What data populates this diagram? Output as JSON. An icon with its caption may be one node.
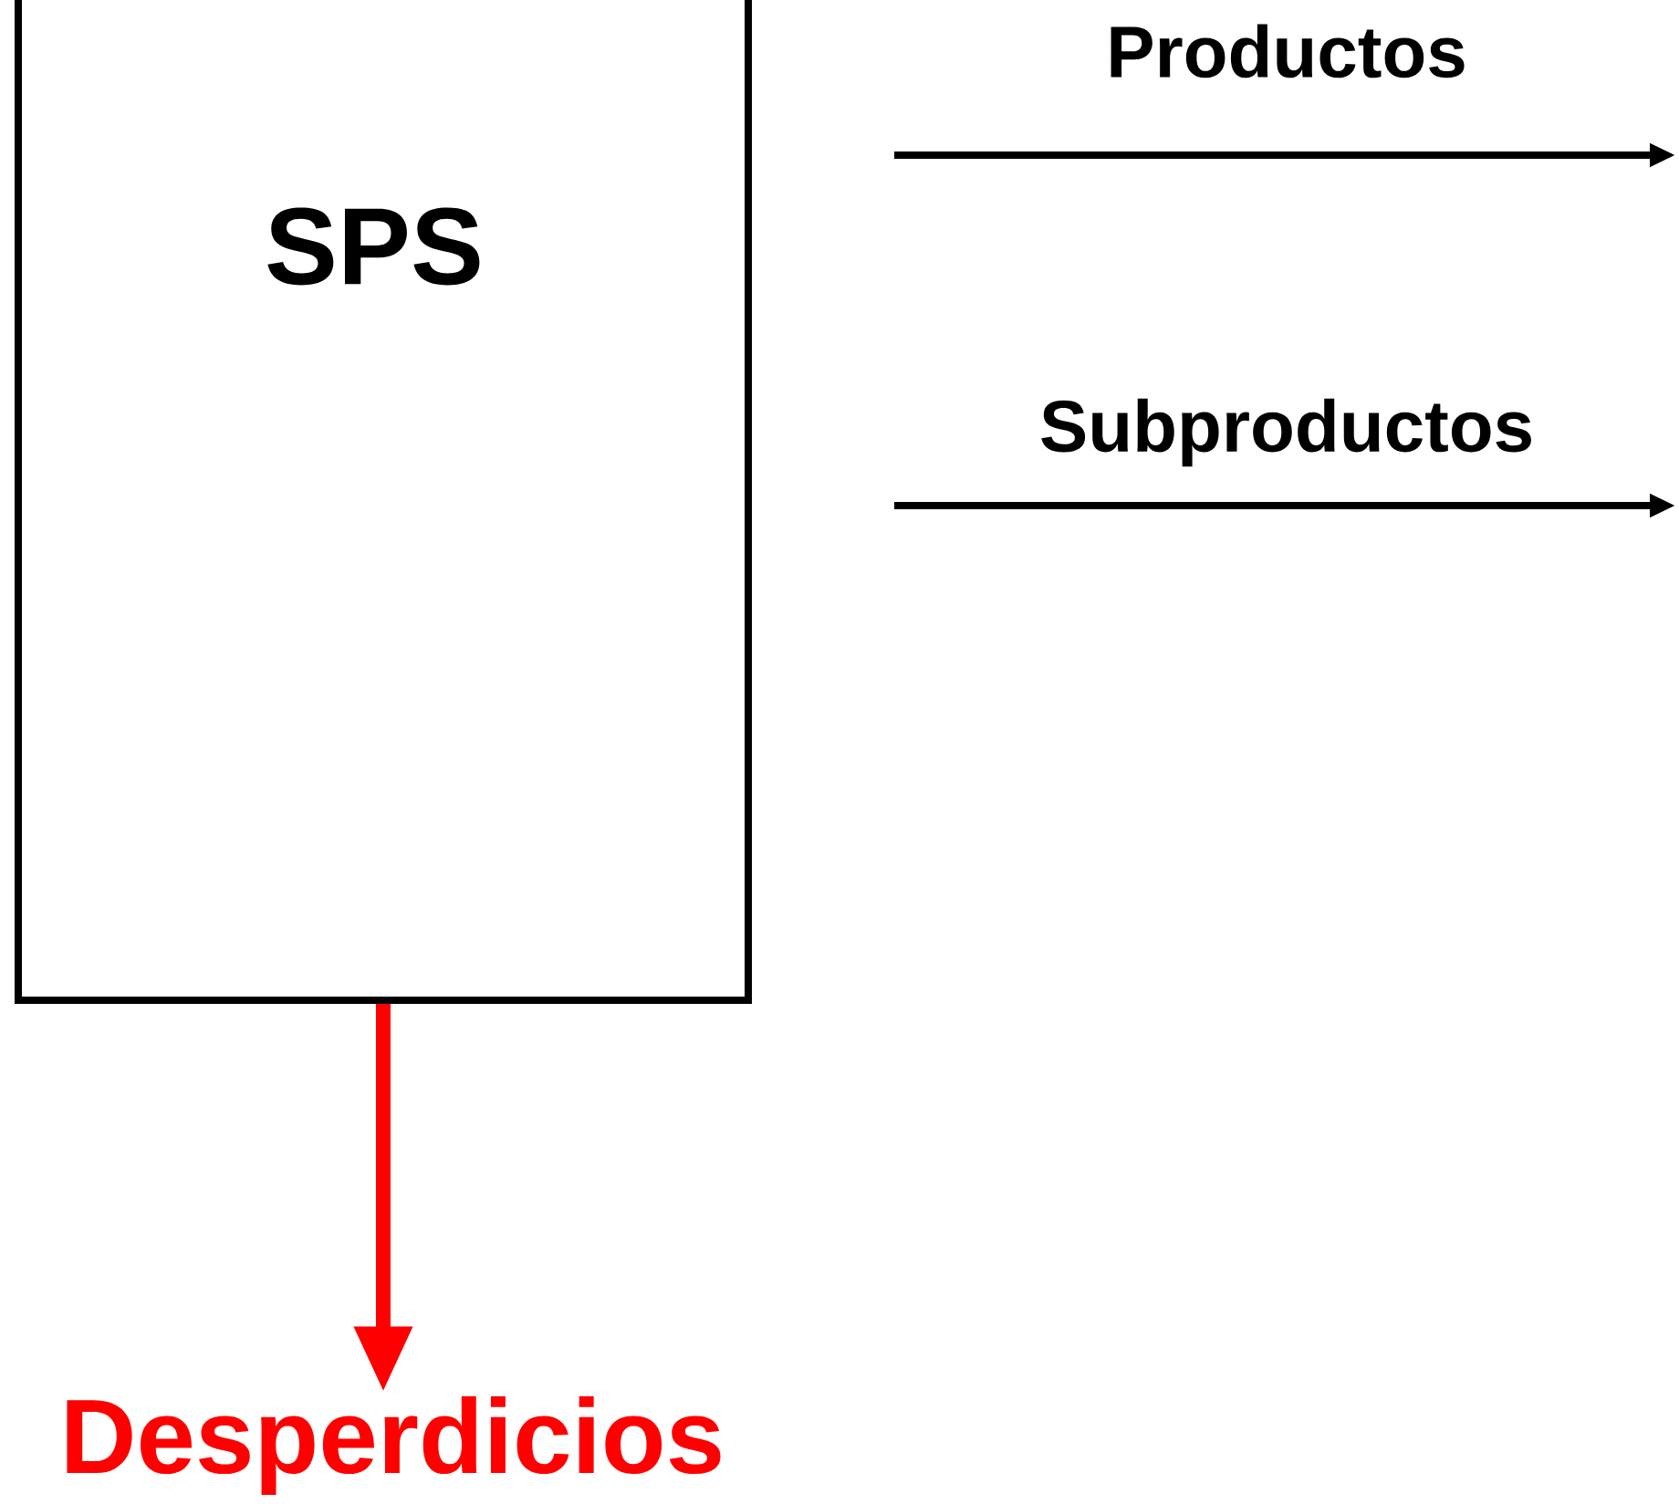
{
  "diagram": {
    "nodes": [
      {
        "text": [
          "SPS"
        ]
      },
      {
        "text": [
          "Desperdicios"
        ]
      }
    ],
    "edges": [
      {
        "from": 0,
        "to": 1,
        "arrow": "to",
        "color": "#ff0000"
      }
    ],
    "labels": [
      "Productos",
      "Subproductos"
    ]
  }
}
